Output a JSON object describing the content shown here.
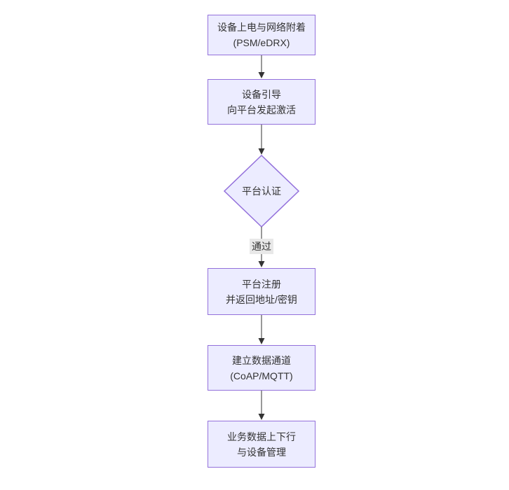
{
  "colors": {
    "background": "#ffffff",
    "node_fill": "#ececff",
    "node_border": "#9370db",
    "text": "#333333",
    "edge": "#333333",
    "edge_label_bg": "#e8e8e8"
  },
  "nodes": {
    "power_attach": {
      "line1": "设备上电与网络附着",
      "line2": "(PSM/eDRX)"
    },
    "bootstrap": {
      "line1": "设备引导",
      "line2": "向平台发起激活"
    },
    "auth": {
      "label": "平台认证"
    },
    "register": {
      "line1": "平台注册",
      "line2": "并返回地址/密钥"
    },
    "channel": {
      "line1": "建立数据通道",
      "line2": "(CoAP/MQTT)"
    },
    "business": {
      "line1": "业务数据上下行",
      "line2": "与设备管理"
    }
  },
  "edges": {
    "pass_label": "通过"
  }
}
